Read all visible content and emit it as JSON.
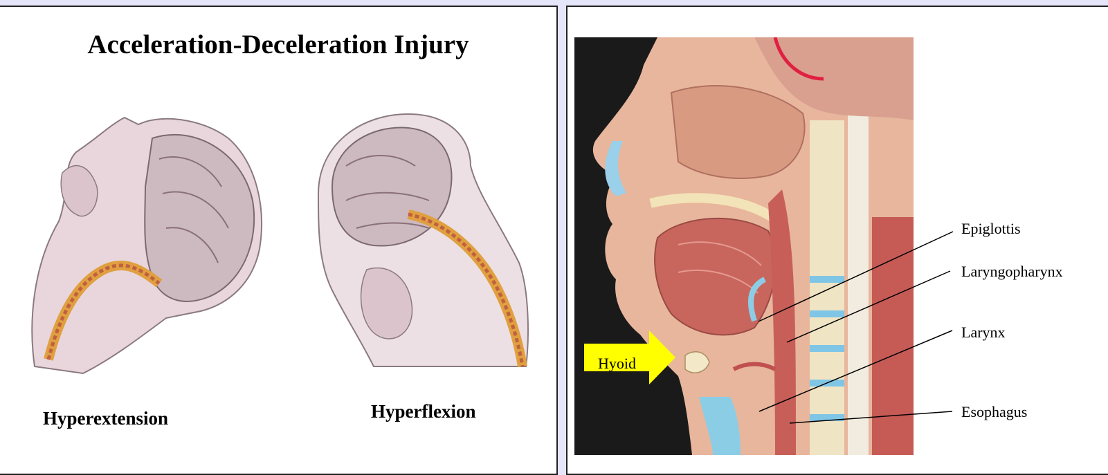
{
  "left_slide": {
    "title": "Acceleration-Deceleration Injury",
    "captions": {
      "hyperextension": "Hyperextension",
      "hyperflexion": "Hyperflexion"
    }
  },
  "right_slide": {
    "arrow_label": "Hyoid",
    "labels": {
      "epiglottis": "Epiglottis",
      "laryngopharynx": "Laryngopharynx",
      "larynx": "Larynx",
      "esophagus": "Esophagus"
    }
  },
  "colors": {
    "background": "#e6e6fa",
    "arrow": "#ffff00"
  }
}
